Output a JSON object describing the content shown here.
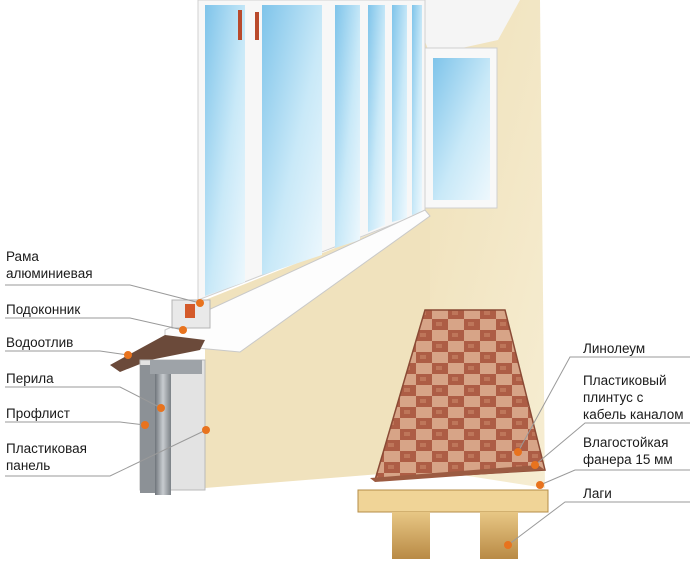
{
  "labels_left": [
    {
      "id": "frame",
      "text": "Рама\nалюминиевая"
    },
    {
      "id": "sill",
      "text": "Подоконник"
    },
    {
      "id": "drip",
      "text": "Водоотлив"
    },
    {
      "id": "railing",
      "text": "Перила"
    },
    {
      "id": "profsheet",
      "text": "Профлист"
    },
    {
      "id": "plastic_panel",
      "text": "Пластиковая\nпанель"
    }
  ],
  "labels_right": [
    {
      "id": "linoleum",
      "text": "Линолеум"
    },
    {
      "id": "plinth",
      "text": "Пластиковый\nплинтус с\nкабель каналом"
    },
    {
      "id": "plywood",
      "text": "Влагостойкая\nфанера 15 мм"
    },
    {
      "id": "joists",
      "text": "Лаги"
    }
  ],
  "colors": {
    "leader": "#9a9a9a",
    "marker": "#e8731e",
    "wall": "#f2e6c4",
    "glass": "#bfe3f5",
    "frame": "#f7f7f7",
    "tile_dark": "#b0604a",
    "tile_light": "#d9a98c",
    "wood": "#d9b36b",
    "metal": "#9ea3a8"
  }
}
